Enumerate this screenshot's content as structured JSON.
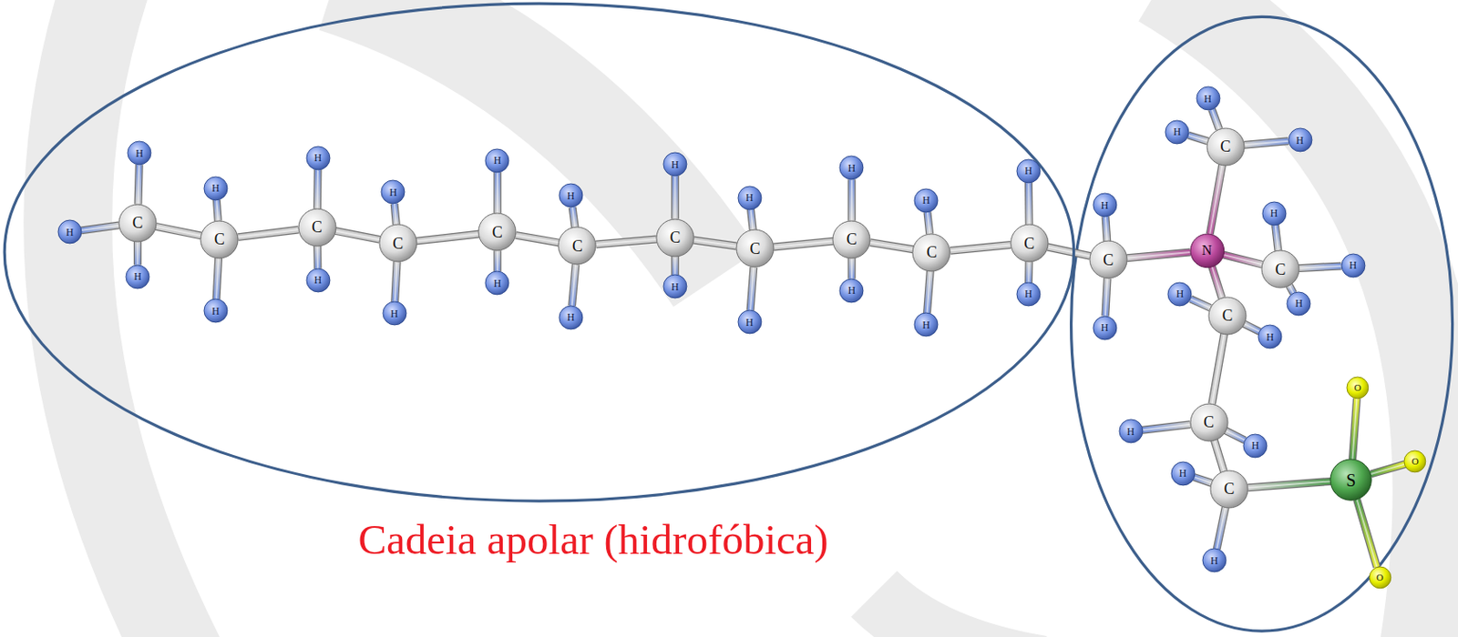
{
  "diagram": {
    "nodes": [
      {
        "text": [
          "Cadeia apolar (hidrofóbica)"
        ]
      },
      {
        "text": [
          "H"
        ],
        "in": 0
      },
      {
        "text": [
          "H"
        ],
        "in": 0
      },
      {
        "text": [
          "C"
        ],
        "in": 0
      },
      {
        "text": [
          "H"
        ],
        "in": 0
      },
      {
        "text": [
          "H"
        ],
        "in": 0
      },
      {
        "text": [
          "C"
        ],
        "in": 0
      },
      {
        "text": [
          "H"
        ],
        "in": 0
      },
      {
        "text": [
          "H"
        ],
        "in": 0
      },
      {
        "text": [
          "C"
        ],
        "in": 0
      },
      {
        "text": [
          "H"
        ],
        "in": 0
      },
      {
        "text": [
          "H"
        ],
        "in": 0
      },
      {
        "text": [
          "C"
        ],
        "in": 0
      },
      {
        "text": [
          "H"
        ],
        "in": 0
      },
      {
        "text": [
          "H"
        ],
        "in": 0
      },
      {
        "text": [
          "C"
        ],
        "in": 0
      },
      {
        "text": [
          "H"
        ],
        "in": 0
      },
      {
        "text": [
          "H"
        ],
        "in": 0
      },
      {
        "text": [
          "C"
        ],
        "in": 0
      },
      {
        "text": [
          "H"
        ],
        "in": 0
      },
      {
        "text": [
          "H"
        ],
        "in": 0
      },
      {
        "text": [
          "C"
        ],
        "in": 0
      },
      {
        "text": [
          "H"
        ],
        "in": 0
      },
      {
        "text": [
          "H"
        ],
        "in": 0
      },
      {
        "text": [
          "C"
        ],
        "in": 0
      },
      {
        "text": [
          "H"
        ],
        "in": 0
      },
      {
        "text": [
          "H"
        ],
        "in": 0
      },
      {
        "text": [
          "C"
        ],
        "in": 0
      },
      {
        "text": [
          "H"
        ],
        "in": 0
      },
      {
        "text": [
          "H"
        ],
        "in": 0
      },
      {
        "text": [
          "C"
        ],
        "in": 0
      },
      {
        "text": [
          "H"
        ],
        "in": 0
      },
      {
        "text": [
          "H"
        ],
        "in": 0
      },
      {
        "text": [
          "C"
        ],
        "in": 0
      },
      {
        "text": [
          "H"
        ],
        "in": 0
      },
      {
        "text": [
          "H"
        ]
      },
      {
        "text": [
          "C"
        ]
      },
      {
        "text": [
          "H"
        ]
      },
      {
        "text": [
          "H"
        ]
      },
      {
        "text": [
          "H"
        ]
      },
      {
        "text": [
          "C"
        ]
      },
      {
        "text": [
          "H"
        ]
      },
      {
        "text": [
          "N"
        ]
      },
      {
        "text": [
          "H"
        ]
      },
      {
        "text": [
          "C"
        ]
      },
      {
        "text": [
          "H"
        ]
      },
      {
        "text": [
          "H"
        ]
      },
      {
        "text": [
          "C"
        ]
      },
      {
        "text": [
          "H"
        ]
      },
      {
        "text": [
          "H"
        ]
      },
      {
        "text": [
          "H"
        ]
      },
      {
        "text": [
          "C"
        ]
      },
      {
        "text": [
          "H"
        ]
      },
      {
        "text": [
          "O"
        ]
      },
      {
        "text": [
          "H"
        ]
      },
      {
        "text": [
          "C"
        ]
      },
      {
        "text": [
          "S"
        ]
      },
      {
        "text": [
          "O"
        ]
      },
      {
        "text": [
          "H"
        ]
      },
      {
        "text": [
          "O"
        ]
      }
    ],
    "edges": [
      {
        "from": 3,
        "to": 1,
        "arrow": "none"
      },
      {
        "from": 3,
        "to": 2,
        "arrow": "none"
      },
      {
        "from": 3,
        "to": 4,
        "arrow": "none"
      },
      {
        "from": 3,
        "to": 6,
        "arrow": "none"
      },
      {
        "from": 6,
        "to": 5,
        "arrow": "none"
      },
      {
        "from": 6,
        "to": 7,
        "arrow": "none"
      },
      {
        "from": 6,
        "to": 9,
        "arrow": "none"
      },
      {
        "from": 9,
        "to": 8,
        "arrow": "none"
      },
      {
        "from": 9,
        "to": 10,
        "arrow": "none"
      },
      {
        "from": 9,
        "to": 12,
        "arrow": "none"
      },
      {
        "from": 12,
        "to": 11,
        "arrow": "none"
      },
      {
        "from": 12,
        "to": 13,
        "arrow": "none"
      },
      {
        "from": 12,
        "to": 15,
        "arrow": "none"
      },
      {
        "from": 15,
        "to": 14,
        "arrow": "none"
      },
      {
        "from": 15,
        "to": 16,
        "arrow": "none"
      },
      {
        "from": 15,
        "to": 18,
        "arrow": "none"
      },
      {
        "from": 18,
        "to": 17,
        "arrow": "none"
      },
      {
        "from": 18,
        "to": 19,
        "arrow": "none"
      },
      {
        "from": 18,
        "to": 21,
        "arrow": "none"
      },
      {
        "from": 21,
        "to": 20,
        "arrow": "none"
      },
      {
        "from": 21,
        "to": 22,
        "arrow": "none"
      },
      {
        "from": 21,
        "to": 24,
        "arrow": "none"
      },
      {
        "from": 24,
        "to": 23,
        "arrow": "none"
      },
      {
        "from": 24,
        "to": 25,
        "arrow": "none"
      },
      {
        "from": 24,
        "to": 27,
        "arrow": "none"
      },
      {
        "from": 27,
        "to": 26,
        "arrow": "none"
      },
      {
        "from": 27,
        "to": 28,
        "arrow": "none"
      },
      {
        "from": 27,
        "to": 30,
        "arrow": "none"
      },
      {
        "from": 30,
        "to": 29,
        "arrow": "none"
      },
      {
        "from": 30,
        "to": 31,
        "arrow": "none"
      },
      {
        "from": 30,
        "to": 33,
        "arrow": "none"
      },
      {
        "from": 33,
        "to": 32,
        "arrow": "none"
      },
      {
        "from": 33,
        "to": 34,
        "arrow": "none"
      },
      {
        "from": 33,
        "to": 36,
        "arrow": "none"
      },
      {
        "from": 36,
        "to": 35,
        "arrow": "none"
      },
      {
        "from": 36,
        "to": 37,
        "arrow": "none"
      },
      {
        "from": 36,
        "to": 42,
        "arrow": "none"
      },
      {
        "from": 42,
        "to": 40,
        "arrow": "none"
      },
      {
        "from": 40,
        "to": 38,
        "arrow": "none"
      },
      {
        "from": 40,
        "to": 39,
        "arrow": "none"
      },
      {
        "from": 40,
        "to": 41,
        "arrow": "none"
      },
      {
        "from": 42,
        "to": 44,
        "arrow": "none"
      },
      {
        "from": 44,
        "to": 43,
        "arrow": "none"
      },
      {
        "from": 44,
        "to": 45,
        "arrow": "none"
      },
      {
        "from": 44,
        "to": 48,
        "arrow": "none"
      },
      {
        "from": 42,
        "to": 47,
        "arrow": "none"
      },
      {
        "from": 47,
        "to": 46,
        "arrow": "none"
      },
      {
        "from": 47,
        "to": 49,
        "arrow": "none"
      },
      {
        "from": 47,
        "to": 51,
        "arrow": "none"
      },
      {
        "from": 51,
        "to": 50,
        "arrow": "none"
      },
      {
        "from": 51,
        "to": 52,
        "arrow": "none"
      },
      {
        "from": 51,
        "to": 55,
        "arrow": "none"
      },
      {
        "from": 55,
        "to": 54,
        "arrow": "none"
      },
      {
        "from": 55,
        "to": 58,
        "arrow": "none"
      },
      {
        "from": 55,
        "to": 56,
        "arrow": "none"
      },
      {
        "from": 56,
        "to": 53,
        "arrow": "none"
      },
      {
        "from": 56,
        "to": 57,
        "arrow": "none"
      },
      {
        "from": 56,
        "to": 59,
        "arrow": "none"
      }
    ]
  }
}
